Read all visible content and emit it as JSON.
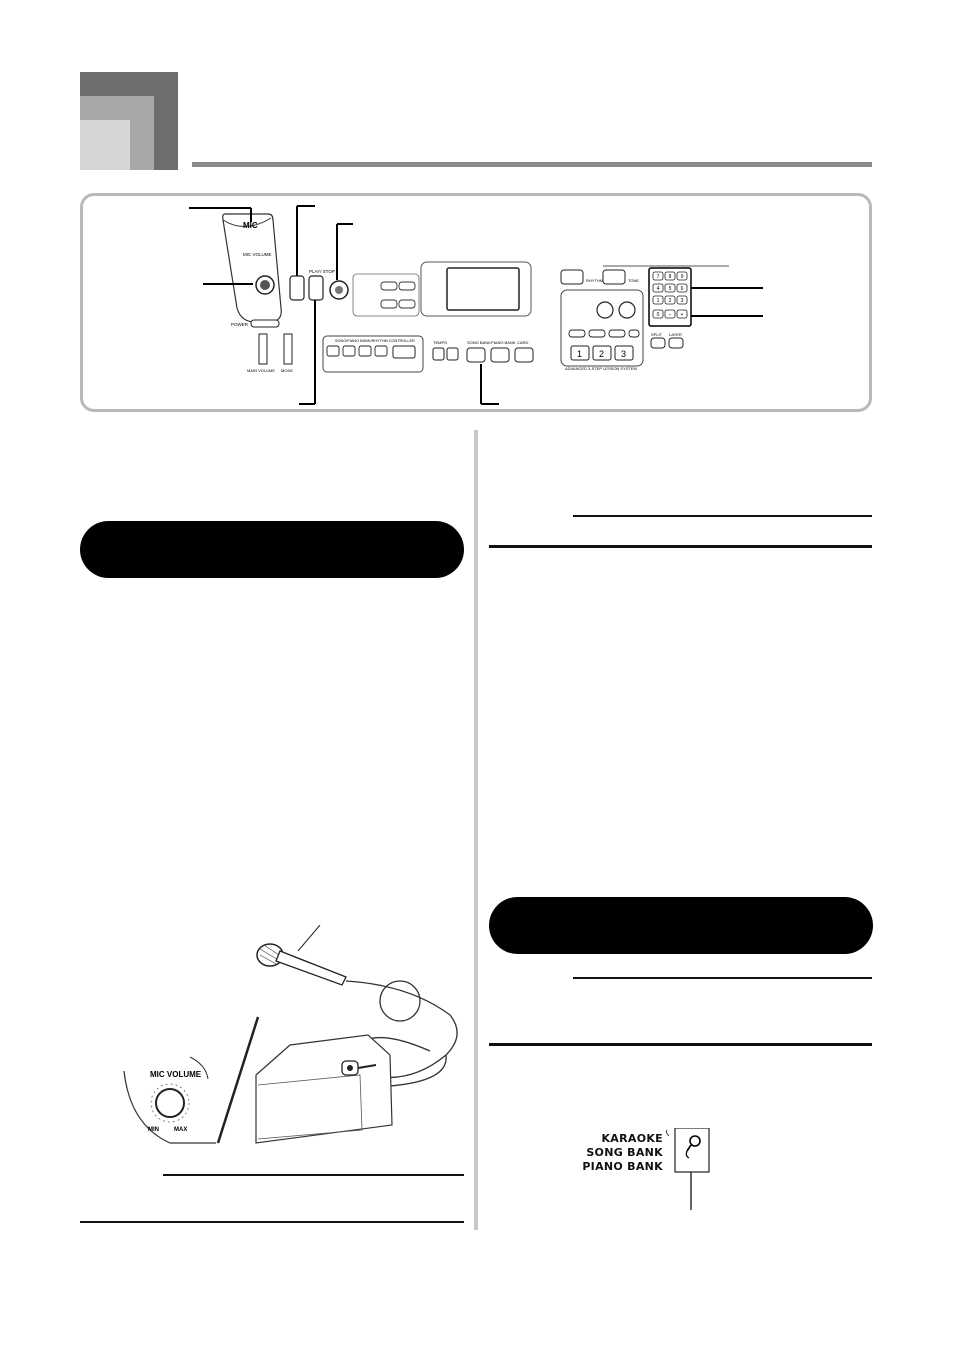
{
  "panel": {
    "mic_jack_label": "MIC",
    "mic_volume_label": "MIC VOLUME",
    "power_label": "POWER",
    "main_volume_label": "MAIN VOLUME",
    "mode_label": "MODE",
    "play_stop_label": "PLAY/ STOP",
    "controller_label": "SONG/PIANO BANK/RHYTHM CONTROLLER",
    "rhythm_label": "RHYTHM",
    "tone_label": "TONE",
    "song_bank_label": "SONG BANK",
    "piano_bank_label": "PIANO BANK",
    "card_label": "CARD",
    "tempo_label": "TEMPO",
    "split_label": "SPLIT",
    "layer_label": "LAYER",
    "lesson_system_label": "ADVANCED 3-STEP LESSON SYSTEM",
    "step_numbers": [
      "1",
      "2",
      "3"
    ],
    "keypad_keys": [
      "7",
      "8",
      "9",
      "4",
      "5",
      "6",
      "1",
      "2",
      "3",
      "0",
      "−",
      "+"
    ]
  },
  "illustration": {
    "mic_volume_label": "MIC VOLUME",
    "min_label": "MIN",
    "max_label": "MAX"
  },
  "indicator": {
    "labels": [
      "KARAOKE",
      "SONG BANK",
      "PIANO BANK"
    ]
  }
}
